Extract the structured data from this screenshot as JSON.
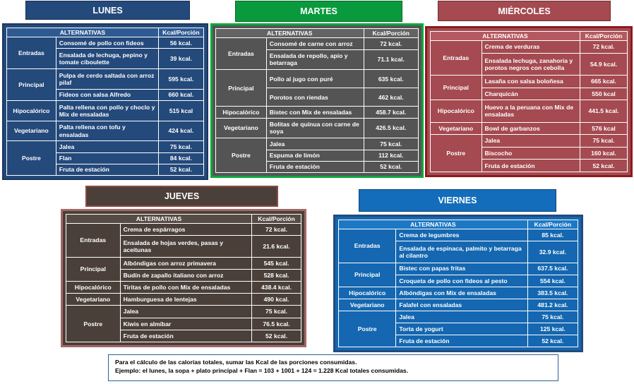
{
  "headers": {
    "alternativas": "ALTERNATIVAS",
    "kcal": "Kcal/Porción"
  },
  "days": {
    "lunes": {
      "title": "LUNES",
      "groups": [
        {
          "category": "Entradas",
          "items": [
            {
              "dish": "Consomé de pollo con fideos",
              "kcal": "56 kcal."
            },
            {
              "dish": "Ensalada de lechuga, pepino y tomate ciboulette",
              "kcal": "39 kcal."
            }
          ]
        },
        {
          "category": "Principal",
          "items": [
            {
              "dish": "Pulpa de cerdo saltada con arroz pilaf",
              "kcal": "595 kcal."
            },
            {
              "dish": "Fideos con salsa Alfredo",
              "kcal": "660 kcal."
            }
          ]
        },
        {
          "category": "Hipocalórico",
          "items": [
            {
              "dish": "Palta rellena con pollo y choclo y Mix de ensaladas",
              "kcal": "515 kcal"
            }
          ]
        },
        {
          "category": "Vegetariano",
          "items": [
            {
              "dish": "Palta rellena con tofu y ensaladas",
              "kcal": "424 kcal."
            }
          ]
        },
        {
          "category": "Postre",
          "items": [
            {
              "dish": "Jalea",
              "kcal": "75 kcal."
            },
            {
              "dish": "Flan",
              "kcal": "84 kcal."
            },
            {
              "dish": "Fruta de estación",
              "kcal": "52 kcal."
            }
          ]
        }
      ]
    },
    "martes": {
      "title": "MARTES",
      "groups": [
        {
          "category": "Entradas",
          "items": [
            {
              "dish": "Consomé de carne con arroz",
              "kcal": "72 kcal."
            },
            {
              "dish": "Ensalada de repollo, apio y betarraga",
              "kcal": "71.1 kcal."
            }
          ]
        },
        {
          "category": "Principal",
          "items": [
            {
              "dish": "Pollo al jugo con puré",
              "kcal": "635 kcal."
            },
            {
              "dish": "Porotos con riendas",
              "kcal": "462 kcal."
            }
          ]
        },
        {
          "category": "Hipocalórico",
          "items": [
            {
              "dish": "Bistec con Mix de ensaladas",
              "kcal": "458.7 kcal."
            }
          ]
        },
        {
          "category": "Vegetariano",
          "items": [
            {
              "dish": "Bolitas de quínua con carne de soya",
              "kcal": "426.5 kcal."
            }
          ]
        },
        {
          "category": "Postre",
          "items": [
            {
              "dish": "Jalea",
              "kcal": "75 kcal."
            },
            {
              "dish": "Espuma de limón",
              "kcal": "112 kcal."
            },
            {
              "dish": "Fruta de estación",
              "kcal": "52 kcal."
            }
          ]
        }
      ]
    },
    "miercoles": {
      "title": "MIÉRCOLES",
      "groups": [
        {
          "category": "Entradas",
          "items": [
            {
              "dish": "Crema de verduras",
              "kcal": "72 kcal."
            },
            {
              "dish": "Ensalada lechuga, zanahoria y porotos negros con cebolla",
              "kcal": "54.9 kcal."
            }
          ]
        },
        {
          "category": "Principal",
          "items": [
            {
              "dish": "Lasaña con salsa boloñesa",
              "kcal": "665 kcal."
            },
            {
              "dish": "Charquicán",
              "kcal": "550 kcal"
            }
          ]
        },
        {
          "category": "Hipocalórico",
          "items": [
            {
              "dish": "Huevo a la peruana con Mix de ensaladas",
              "kcal": "441.5 kcal."
            }
          ]
        },
        {
          "category": "Vegetariano",
          "items": [
            {
              "dish": "Bowl de garbanzos",
              "kcal": "576 kcal"
            }
          ]
        },
        {
          "category": "Postre",
          "items": [
            {
              "dish": "Jalea",
              "kcal": "75 kcal."
            },
            {
              "dish": "Biscocho",
              "kcal": "160 kcal."
            },
            {
              "dish": "Fruta de estación",
              "kcal": "52 kcal."
            }
          ]
        }
      ]
    },
    "jueves": {
      "title": "JUEVES",
      "groups": [
        {
          "category": "Entradas",
          "items": [
            {
              "dish": "Crema de espárragos",
              "kcal": "72 kcal."
            },
            {
              "dish": "Ensalada de hojas verdes, pasas y aceitunas",
              "kcal": "21.6 kcal."
            }
          ]
        },
        {
          "category": "Principal",
          "items": [
            {
              "dish": "Albóndigas con arroz primavera",
              "kcal": "545 kcal."
            },
            {
              "dish": "Budín de zapallo italiano con arroz",
              "kcal": "528 kcal."
            }
          ]
        },
        {
          "category": "Hipocalórico",
          "items": [
            {
              "dish": "Tiritas de pollo con Mix de ensaladas",
              "kcal": "438.4 kcal."
            }
          ]
        },
        {
          "category": "Vegetariano",
          "items": [
            {
              "dish": "Hamburguesa de lentejas",
              "kcal": "490 kcal."
            }
          ]
        },
        {
          "category": "Postre",
          "items": [
            {
              "dish": "Jalea",
              "kcal": "75 kcal."
            },
            {
              "dish": "Kiwis en almíbar",
              "kcal": "76.5 kcal."
            },
            {
              "dish": "Fruta de estación",
              "kcal": "52 kcal."
            }
          ]
        }
      ]
    },
    "viernes": {
      "title": "VIERNES",
      "groups": [
        {
          "category": "Entradas",
          "items": [
            {
              "dish": "Crema de legumbres",
              "kcal": "85 kcal."
            },
            {
              "dish": "Ensalada de espinaca, palmito y betarraga al cilantro",
              "kcal": "32.9 kcal."
            }
          ]
        },
        {
          "category": "Principal",
          "items": [
            {
              "dish": "Bistec con papas fritas",
              "kcal": "637.5 kcal."
            },
            {
              "dish": "Croqueta de pollo con fideos al pesto",
              "kcal": "554 kcal."
            }
          ]
        },
        {
          "category": "Hipocalórico",
          "items": [
            {
              "dish": "Albóndigas con Mix de ensaladas",
              "kcal": "383.5 kcal."
            }
          ]
        },
        {
          "category": "Vegetariano",
          "items": [
            {
              "dish": "Falafel con ensaladas",
              "kcal": "481.2 kcal."
            }
          ]
        },
        {
          "category": "Postre",
          "items": [
            {
              "dish": "Jalea",
              "kcal": "75 kcal."
            },
            {
              "dish": "Torta de yogurt",
              "kcal": "125 kcal."
            },
            {
              "dish": "Fruta de estación",
              "kcal": "52 kcal."
            }
          ]
        }
      ]
    }
  },
  "footnote": {
    "line1": "Para el cálculo de las calorías totales, sumar las Kcal de las porciones consumidas.",
    "line2": "Ejemplo: el lunes, la sopa + plato principal + Flan = 103 + 1001 + 124 = 1.228 Kcal totales consumidas."
  }
}
